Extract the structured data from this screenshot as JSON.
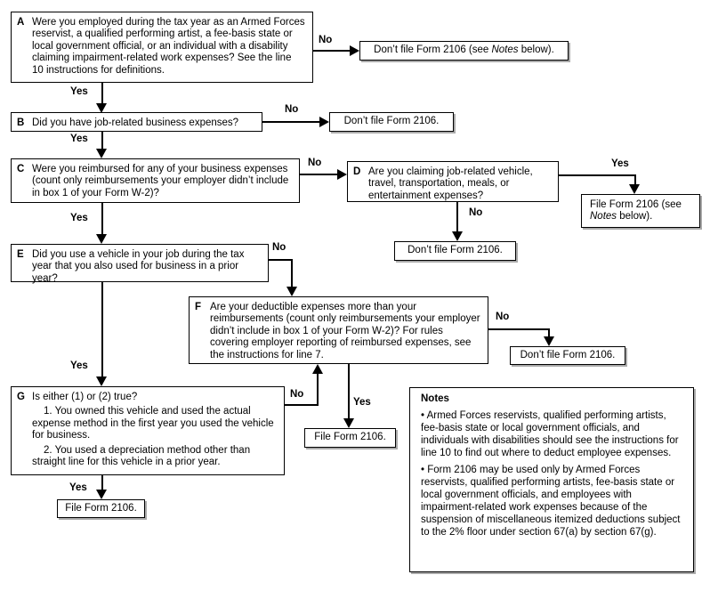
{
  "colors": {
    "background": "#ffffff",
    "text": "#000000",
    "box_border": "#000000",
    "connector": "#000000",
    "result_box_shadow": "#aaaaaa"
  },
  "labels": {
    "yes": "Yes",
    "no": "No"
  },
  "flowchart": {
    "nodes": {
      "A": {
        "letter": "A",
        "text": "Were you employed during the tax year as an Armed Forces reservist, a qualified performing artist, a fee-basis state or local government official, or an individual with a disability claiming impairment-related work expenses? See the line 10 instructions for definitions."
      },
      "B": {
        "letter": "B",
        "text": "Did you have job-related business expenses?"
      },
      "C": {
        "letter": "C",
        "text": "Were you reimbursed for any of your business expenses (count only reimbursements your employer didn’t include in box 1 of your Form W-2)?"
      },
      "D": {
        "letter": "D",
        "text": "Are you claiming job-related vehicle, travel, transportation, meals, or entertainment expenses?"
      },
      "E": {
        "letter": "E",
        "text": "Did you use a vehicle in your job during the tax year that you also used for business in a prior year?"
      },
      "F": {
        "letter": "F",
        "text": "Are your deductible expenses more than your reimbursements (count only reimbursements your employer didn’t include in box 1 of your Form W-2)? For rules covering employer reporting of reimbursed expenses, see the instructions for line 7."
      },
      "G": {
        "letter": "G",
        "intro": "Is either (1) or (2) true?",
        "item1": "1. You owned this vehicle and used the actual expense method in the first year you used the vehicle for business.",
        "item2": "2. You used a depreciation method other than straight line for this vehicle in a prior year."
      }
    },
    "results": {
      "a_no": {
        "pre": "Don’t file Form 2106 (see ",
        "italic": "Notes",
        "post": " below)."
      },
      "b_no": "Don’t file Form 2106.",
      "d_yes": {
        "pre": "File Form 2106 (see ",
        "italic": "Notes",
        "post": " below)."
      },
      "d_no": "Don’t file Form 2106.",
      "f_no": "Don’t file Form 2106.",
      "f_yes": "File Form 2106.",
      "g_yes": "File Form 2106."
    },
    "notes": {
      "title": "Notes",
      "bullet1": "• Armed Forces reservists, qualified performing artists, fee-basis state or local government officials, and individuals with disabilities should see the instructions for line 10 to find out where to deduct employee expenses.",
      "bullet2": "• Form 2106 may be used only by Armed Forces reservists, qualified performing artists, fee-basis state or local government officials, and employees with impairment-related work expenses because of the suspension of miscellaneous itemized deductions subject to the 2% floor under section 67(a) by section 67(g)."
    }
  }
}
